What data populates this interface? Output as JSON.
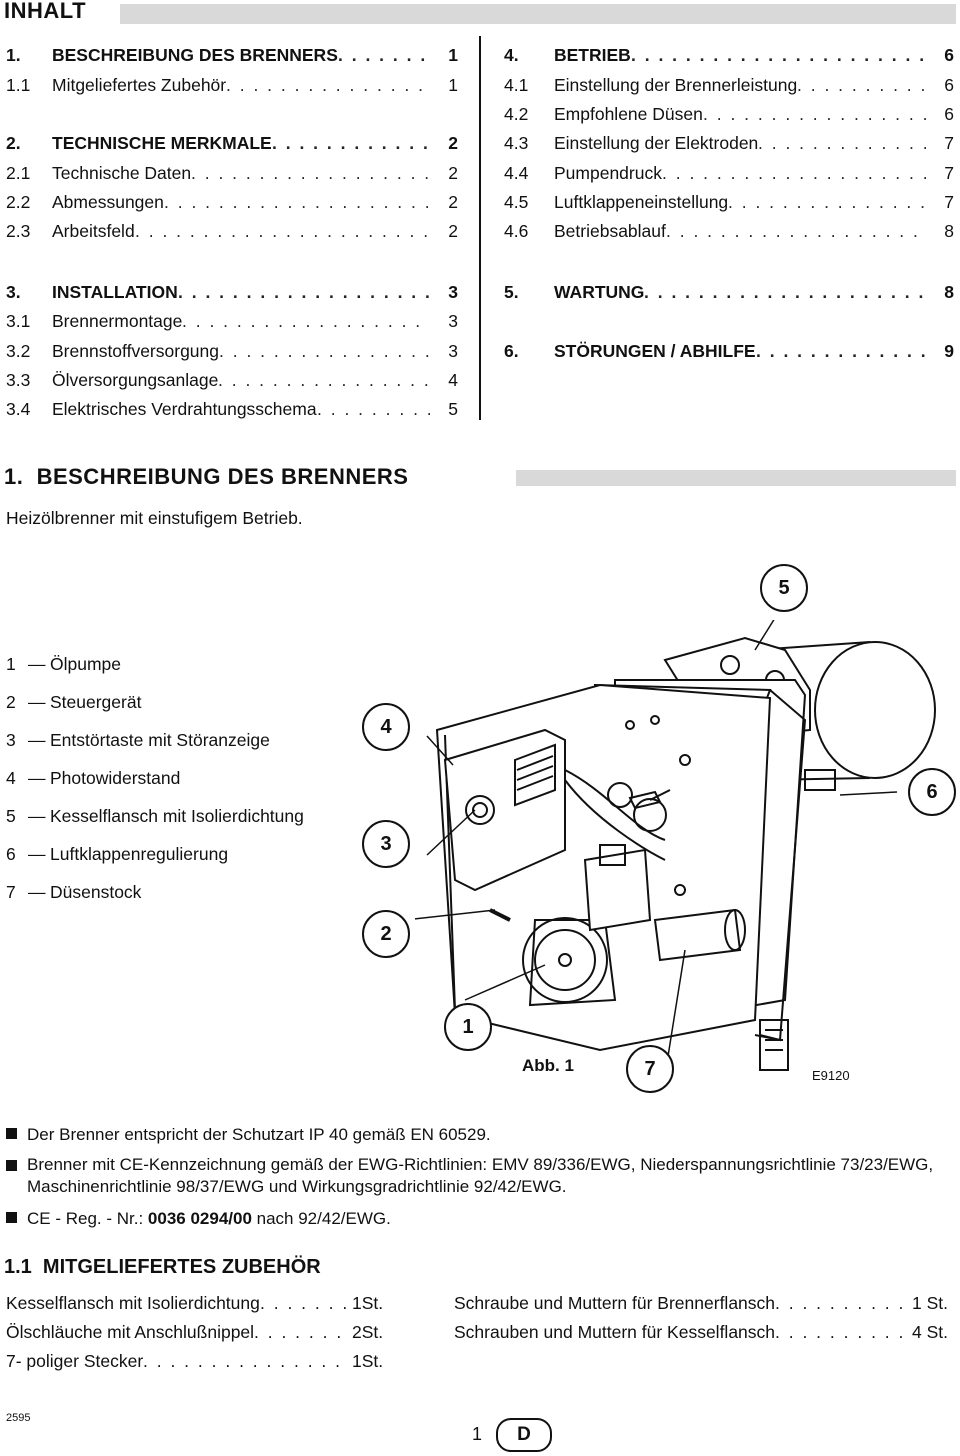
{
  "header": {
    "title": "INHALT"
  },
  "toc_left": [
    {
      "num": "1.",
      "title": "BESCHREIBUNG DES BRENNERS",
      "page": "1",
      "bold": true
    },
    {
      "num": "1.1",
      "title": "Mitgeliefertes Zubehör",
      "page": "1",
      "bold": false
    },
    {
      "num": "2.",
      "title": "TECHNISCHE MERKMALE",
      "page": "2",
      "bold": true
    },
    {
      "num": "2.1",
      "title": "Technische Daten",
      "page": "2",
      "bold": false
    },
    {
      "num": "2.2",
      "title": "Abmessungen",
      "page": "2",
      "bold": false
    },
    {
      "num": "2.3",
      "title": "Arbeitsfeld",
      "page": "2",
      "bold": false
    },
    {
      "num": "3.",
      "title": "INSTALLATION",
      "page": "3",
      "bold": true
    },
    {
      "num": "3.1",
      "title": "Brennermontage",
      "page": "3",
      "bold": false
    },
    {
      "num": "3.2",
      "title": "Brennstoffversorgung",
      "page": "3",
      "bold": false
    },
    {
      "num": "3.3",
      "title": "Ölversorgungsanlage",
      "page": "4",
      "bold": false
    },
    {
      "num": "3.4",
      "title": "Elektrisches Verdrahtungsschema",
      "page": "5",
      "bold": false
    }
  ],
  "toc_right": [
    {
      "num": "4.",
      "title": "BETRIEB",
      "page": "6",
      "bold": true
    },
    {
      "num": "4.1",
      "title": "Einstellung der Brennerleistung",
      "page": "6",
      "bold": false
    },
    {
      "num": "4.2",
      "title": "Empfohlene Düsen",
      "page": "6",
      "bold": false
    },
    {
      "num": "4.3",
      "title": "Einstellung der Elektroden",
      "page": "7",
      "bold": false
    },
    {
      "num": "4.4",
      "title": "Pumpendruck",
      "page": "7",
      "bold": false
    },
    {
      "num": "4.5",
      "title": "Luftklappeneinstellung",
      "page": "7",
      "bold": false
    },
    {
      "num": "4.6",
      "title": "Betriebsablauf",
      "page": "8",
      "bold": false
    },
    {
      "num": "5.",
      "title": "WARTUNG",
      "page": "8",
      "bold": true
    },
    {
      "num": "6.",
      "title": "STÖRUNGEN / ABHILFE",
      "page": "9",
      "bold": true
    }
  ],
  "section1": {
    "title": "1.  BESCHREIBUNG DES BRENNERS",
    "subtitle": "Heizölbrenner mit einstufigem Betrieb."
  },
  "legend": [
    {
      "n": "1",
      "label": "Ölpumpe"
    },
    {
      "n": "2",
      "label": "Steuergerät"
    },
    {
      "n": "3",
      "label": "Entstörtaste mit Störanzeige"
    },
    {
      "n": "4",
      "label": "Photowiderstand"
    },
    {
      "n": "5",
      "label": "Kesselflansch mit Isolierdichtung"
    },
    {
      "n": "6",
      "label": "Luftklappenregulierung"
    },
    {
      "n": "7",
      "label": "Düsenstock"
    }
  ],
  "figure": {
    "callouts": {
      "c1": "1",
      "c2": "2",
      "c3": "3",
      "c4": "4",
      "c5": "5",
      "c6": "6",
      "c7": "7"
    },
    "caption": "Abb. 1",
    "code": "E9120"
  },
  "bullets": [
    "Der Brenner entspricht der Schutzart IP 40 gemäß  EN 60529.",
    "Brenner mit CE-Kennzeichnung gemäß der EWG-Richtlinien: EMV 89/336/EWG, Niederspannungsrichtlinie 73/23/EWG, Maschinenrichtlinie 98/37/EWG und Wirkungsgradrichtlinie 92/42/EWG."
  ],
  "ce_reg": {
    "prefix": "CE - Reg. - Nr.: ",
    "number": "0036 0294/00",
    "suffix": " nach 92/42/EWG."
  },
  "section11": {
    "title": "1.1  MITGELIEFERTES ZUBEHÖR"
  },
  "accessories_left": [
    {
      "item": "Kesselflansch mit Isolierdichtung",
      "qty": "1St."
    },
    {
      "item": "Ölschläuche mit Anschlußnippel",
      "qty": "2St."
    },
    {
      "item": "7- poliger Stecker",
      "qty": "1St."
    }
  ],
  "accessories_right": [
    {
      "item": "Schraube und Muttern für Brennerflansch",
      "qty": "1 St."
    },
    {
      "item": "Schrauben und Muttern für Kesselflansch",
      "qty": "4 St."
    }
  ],
  "footer": {
    "code": "2595",
    "page": "1",
    "lang": "D"
  }
}
